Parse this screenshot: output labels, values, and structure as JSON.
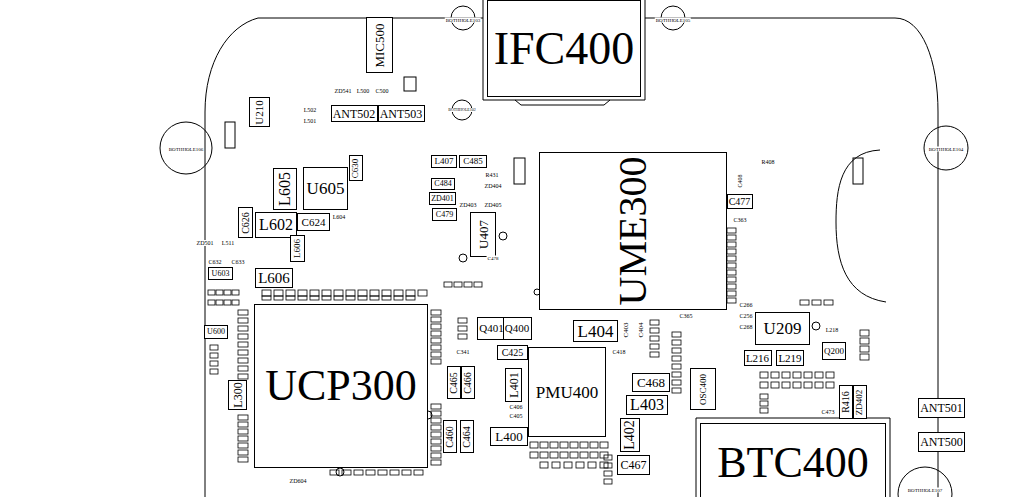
{
  "diagram": {
    "nodes": [
      {
        "text": [
          "MIC500"
        ]
      },
      {
        "text": [
          "IFC400"
        ]
      },
      {
        "text": [
          "ANT502"
        ]
      },
      {
        "text": [
          "ANT503"
        ]
      },
      {
        "text": [
          "U210"
        ]
      },
      {
        "text": [
          "L407"
        ]
      },
      {
        "text": [
          "C485"
        ]
      },
      {
        "text": [
          "C630"
        ]
      },
      {
        "text": [
          "UME300"
        ]
      },
      {
        "text": [
          "U605"
        ]
      },
      {
        "text": [
          "L605"
        ]
      },
      {
        "text": [
          "C484"
        ]
      },
      {
        "text": [
          "C477"
        ]
      },
      {
        "text": [
          "C626"
        ]
      },
      {
        "text": [
          "L602"
        ]
      },
      {
        "text": [
          "C624"
        ]
      },
      {
        "text": [
          "ZD401"
        ]
      },
      {
        "text": [
          "C479"
        ]
      },
      {
        "text": [
          "U407"
        ]
      },
      {
        "text": [
          "L606"
        ]
      },
      {
        "text": [
          "L606"
        ]
      },
      {
        "text": [
          "U603"
        ]
      },
      {
        "text": [
          "U600"
        ]
      },
      {
        "text": [
          "Q401"
        ]
      },
      {
        "text": [
          "Q400"
        ]
      },
      {
        "text": [
          "L404"
        ]
      },
      {
        "text": [
          "U209"
        ]
      },
      {
        "text": [
          "UCP300"
        ]
      },
      {
        "text": [
          "C425"
        ]
      },
      {
        "text": [
          "PMU400"
        ]
      },
      {
        "text": [
          "L216"
        ]
      },
      {
        "text": [
          "L219"
        ]
      },
      {
        "text": [
          "Q200"
        ]
      },
      {
        "text": [
          "L401"
        ]
      },
      {
        "text": [
          "C465"
        ]
      },
      {
        "text": [
          "C466"
        ]
      },
      {
        "text": [
          "C468"
        ]
      },
      {
        "text": [
          "OSC400"
        ]
      },
      {
        "text": [
          "L300"
        ]
      },
      {
        "text": [
          "R416"
        ]
      },
      {
        "text": [
          "ZD402"
        ]
      },
      {
        "text": [
          "L403"
        ]
      },
      {
        "text": [
          "ANT501"
        ]
      },
      {
        "text": [
          "C460"
        ]
      },
      {
        "text": [
          "C464"
        ]
      },
      {
        "text": [
          "L400"
        ]
      },
      {
        "text": [
          "L402"
        ]
      },
      {
        "text": [
          "ANT500"
        ]
      },
      {
        "text": [
          "BTC400"
        ]
      },
      {
        "text": [
          "C467"
        ]
      }
    ],
    "labels": [
      "BOTHHOLE106",
      "BOTHHOLE104",
      "BOTHHOLE107",
      "BOTHHOLE103",
      "BOTHHOLE105",
      "BOTHHOLE102",
      "ZD541",
      "L500",
      "C500",
      "L502",
      "L501",
      "R408",
      "C408",
      "C363",
      "R431",
      "ZD404",
      "ZD403",
      "ZD405",
      "C478",
      "C403",
      "C404",
      "C365",
      "C418",
      "C341",
      "C406",
      "C405",
      "ZD501",
      "L511",
      "C632",
      "C633",
      "L604",
      "C266",
      "C256",
      "C268",
      "L218",
      "C473",
      "ZD604"
    ]
  }
}
